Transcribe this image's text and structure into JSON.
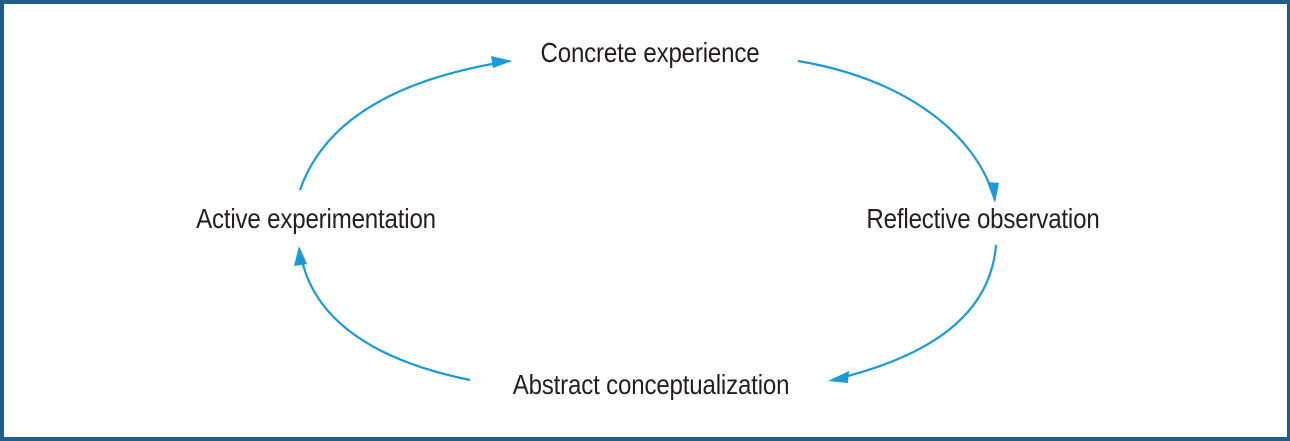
{
  "diagram": {
    "stages": {
      "top": "Concrete experience",
      "right": "Reflective observation",
      "bottom": "Abstract conceptualization",
      "left": "Active experimentation"
    },
    "arrow_color": "#1a9ad6",
    "border_color": "#1f5e8c",
    "text_color": "#231f20"
  }
}
